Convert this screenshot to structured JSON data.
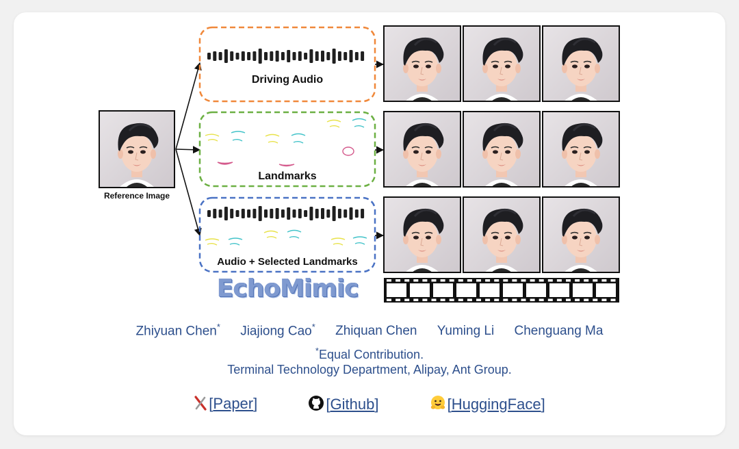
{
  "figure": {
    "reference_label": "Reference Image",
    "boxes": [
      {
        "label": "Driving Audio",
        "color": "#f0883a"
      },
      {
        "label": "Landmarks",
        "color": "#6cb043"
      },
      {
        "label": "Audio + Selected Landmarks",
        "color": "#4a72c4"
      }
    ],
    "brand": "EchoMimic"
  },
  "authors": [
    {
      "name": "Zhiyuan Chen",
      "mark": "*"
    },
    {
      "name": "Jiajiong Cao",
      "mark": "*"
    },
    {
      "name": "Zhiquan Chen",
      "mark": ""
    },
    {
      "name": "Yuming Li",
      "mark": ""
    },
    {
      "name": "Chenguang Ma",
      "mark": ""
    }
  ],
  "note": {
    "mark": "*",
    "text": "Equal Contribution."
  },
  "affiliation": "Terminal Technology Department, Alipay, Ant Group.",
  "links": [
    {
      "label": "Paper",
      "icon": "arxiv-icon"
    },
    {
      "label": "Github",
      "icon": "github-icon"
    },
    {
      "label": "HuggingFace",
      "icon": "huggingface-icon"
    }
  ]
}
